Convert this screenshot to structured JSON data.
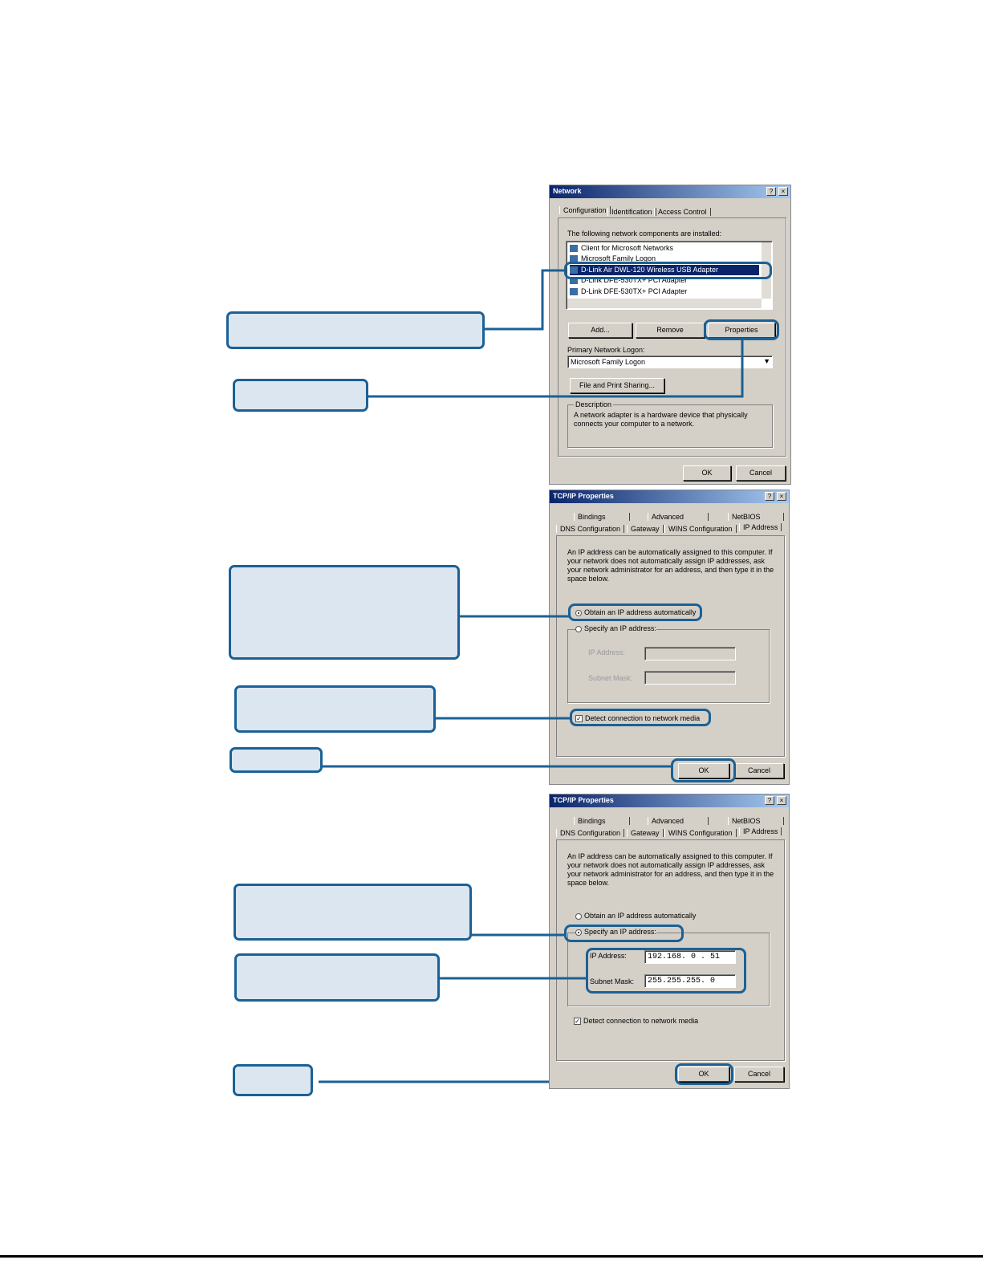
{
  "network_dialog": {
    "title": "Network",
    "tabs": [
      "Configuration",
      "Identification",
      "Access Control"
    ],
    "components_label": "The following network components are installed:",
    "components": [
      "Client for Microsoft Networks",
      "Microsoft Family Logon",
      "D-Link Air DWL-120 Wireless USB Adapter",
      "D-Link DFE-530TX+ PCI Adapter",
      "D-Link DFE-530TX+ PCI Adapter"
    ],
    "add": "Add...",
    "remove": "Remove",
    "properties": "Properties",
    "primary_logon_label": "Primary Network Logon:",
    "primary_logon_value": "Microsoft Family Logon",
    "file_print": "File and Print Sharing...",
    "description_label": "Description",
    "description_text": "A network adapter is a hardware device that physically connects your computer to a network.",
    "ok": "OK",
    "cancel": "Cancel",
    "help": "?",
    "close": "×"
  },
  "tcpip_auto": {
    "title": "TCP/IP Properties",
    "tabs_row1": [
      "Bindings",
      "Advanced",
      "NetBIOS"
    ],
    "tabs_row2": [
      "DNS Configuration",
      "Gateway",
      "WINS Configuration",
      "IP Address"
    ],
    "intro": "An IP address can be automatically assigned to this computer. If your network does not automatically assign IP addresses, ask your network administrator for an address, and then type it in the space below.",
    "obtain": "Obtain an IP address automatically",
    "specify": "Specify an IP address:",
    "ip_label": "IP Address:",
    "mask_label": "Subnet Mask:",
    "detect": "Detect connection to network media",
    "ok": "OK",
    "cancel": "Cancel",
    "help": "?",
    "close": "×"
  },
  "tcpip_static": {
    "title": "TCP/IP Properties",
    "tabs_row1": [
      "Bindings",
      "Advanced",
      "NetBIOS"
    ],
    "tabs_row2": [
      "DNS Configuration",
      "Gateway",
      "WINS Configuration",
      "IP Address"
    ],
    "intro": "An IP address can be automatically assigned to this computer. If your network does not automatically assign IP addresses, ask your network administrator for an address, and then type it in the space below.",
    "obtain": "Obtain an IP address automatically",
    "specify": "Specify an IP address:",
    "ip_label": "IP Address:",
    "ip_value": "192.168. 0 . 51",
    "mask_label": "Subnet Mask:",
    "mask_value": "255.255.255. 0",
    "detect": "Detect connection to network media",
    "ok": "OK",
    "cancel": "Cancel",
    "help": "?",
    "close": "×"
  },
  "colors": {
    "callout_fill": "#dce6f1",
    "callout_border": "#1b6195"
  }
}
